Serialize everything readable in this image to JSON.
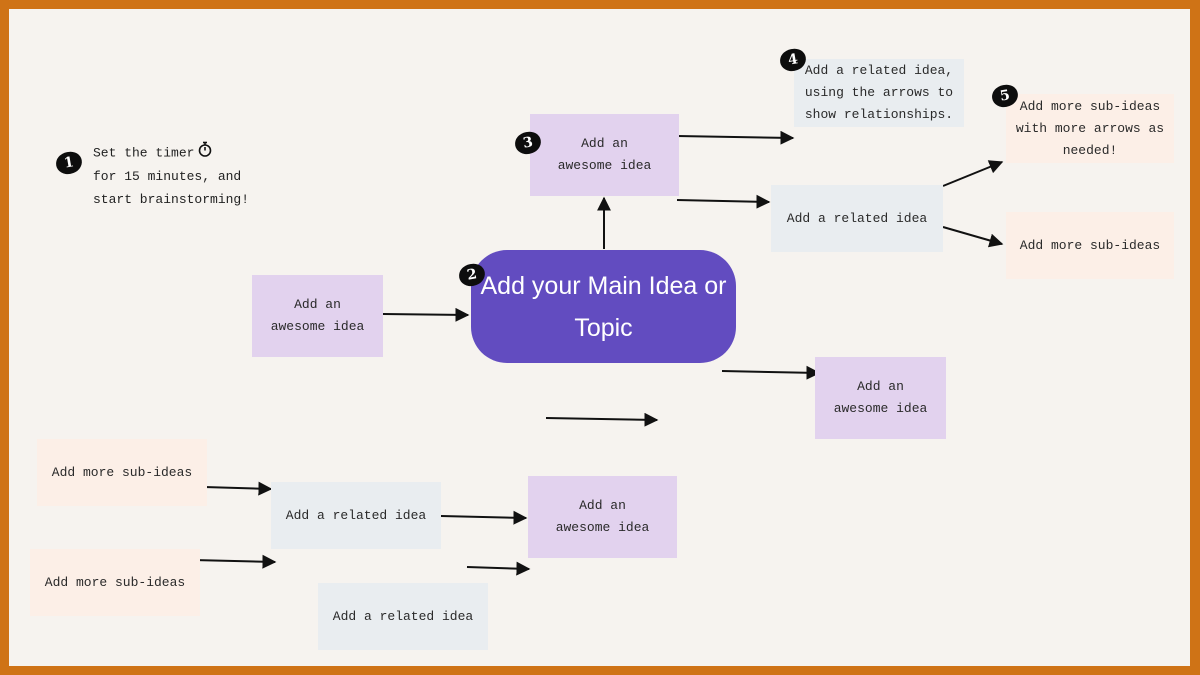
{
  "main_topic": "Add your Main Idea or Topic",
  "steps": [
    {
      "number": "1",
      "text_lines": [
        "Set the timer",
        "for 15 minutes, and",
        "start brainstorming!"
      ]
    },
    {
      "number": "2"
    },
    {
      "number": "3"
    },
    {
      "number": "4",
      "text_lines": [
        "Add a related idea,",
        "using the arrows to",
        "show relationships."
      ]
    },
    {
      "number": "5",
      "text_lines": [
        "Add more sub-ideas",
        "with more arrows as",
        "needed!"
      ]
    }
  ],
  "nodes": {
    "idea_top": "Add an awesome idea",
    "idea_left": "Add an awesome idea",
    "idea_right": "Add an awesome idea",
    "idea_bottom": "Add an awesome idea",
    "related_top": "Add a related idea",
    "related_bottom_1": "Add a related idea",
    "related_bottom_2": "Add a related idea",
    "sub_top": "Add more sub-ideas",
    "sub_bottom_1": "Add more sub-ideas",
    "sub_bottom_2": "Add more sub-ideas"
  },
  "icons": {
    "timer": "stopwatch-icon"
  },
  "colors": {
    "frame": "#cf7316",
    "canvas": "#f6f3ef",
    "main_topic": "#624cc0",
    "idea": "#e2d2ee",
    "related": "#e9edf0",
    "sub": "#fcefe7",
    "badge": "#0d0d0d"
  }
}
